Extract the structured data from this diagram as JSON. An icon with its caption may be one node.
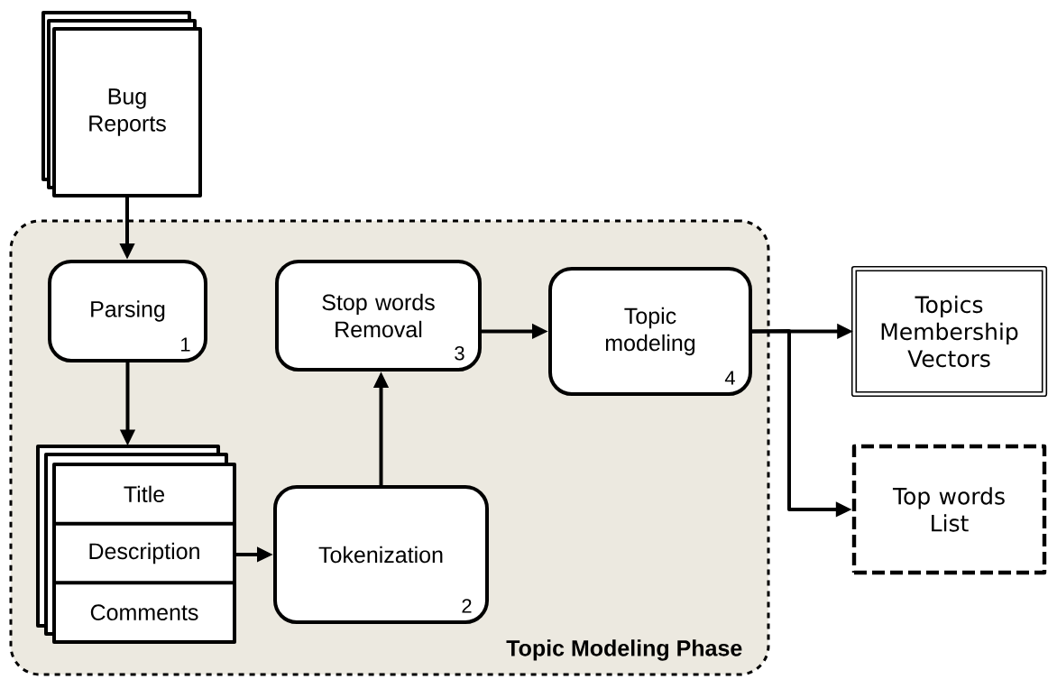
{
  "diagram": {
    "nodes": [
      {
        "text": [
          "Bug Reports"
        ]
      },
      {
        "text": [
          "Topic Modeling Phase"
        ]
      },
      {
        "text": [
          "Parsing",
          "1"
        ],
        "in": 1
      },
      {
        "text": [
          "Title",
          "Description",
          "Comments"
        ],
        "in": 1
      },
      {
        "text": [
          "Tokenization",
          "2"
        ],
        "in": 1
      },
      {
        "text": [
          "Stop words Removal",
          "3"
        ],
        "in": 1
      },
      {
        "text": [
          "Topic modeling",
          "4"
        ],
        "in": 1
      },
      {
        "text": [
          "Topics Membership Vectors"
        ]
      },
      {
        "text": [
          "Top words List"
        ]
      }
    ],
    "edges": [
      {
        "from": 0,
        "to": 2,
        "arrow": "to"
      },
      {
        "from": 2,
        "to": 3,
        "arrow": "to"
      },
      {
        "from": 3,
        "to": 4,
        "arrow": "to"
      },
      {
        "from": 4,
        "to": 5,
        "arrow": "to"
      },
      {
        "from": 5,
        "to": 6,
        "arrow": "to"
      },
      {
        "from": 6,
        "to": 7,
        "arrow": "to"
      },
      {
        "from": 6,
        "to": 8,
        "arrow": "to"
      }
    ]
  }
}
